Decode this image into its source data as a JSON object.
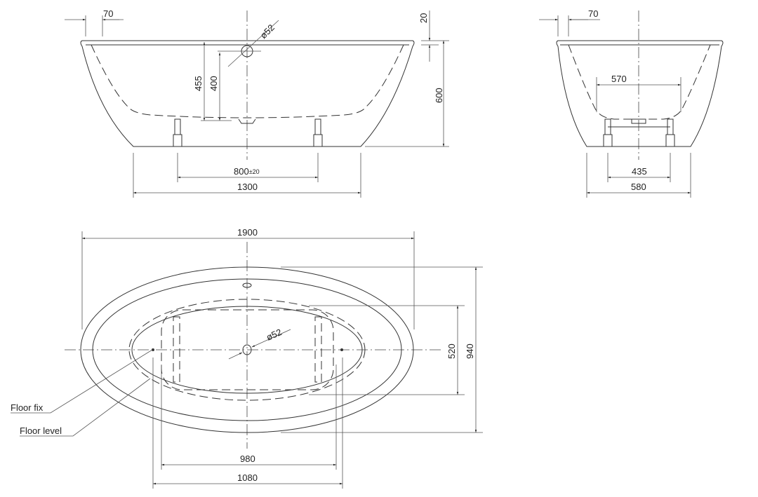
{
  "front_view": {
    "overhang": "70",
    "rim_thickness": "20",
    "height": "600",
    "overflow_height": "455",
    "overflow_center": "400",
    "drain_diameter": "ø52",
    "feet_spacing": "800",
    "feet_tolerance": "±20",
    "base_length": "1300"
  },
  "side_view": {
    "overhang": "70",
    "inner_width": "570",
    "feet_spacing": "435",
    "base_width": "580"
  },
  "top_view": {
    "length": "1900",
    "width": "940",
    "basin_width": "520",
    "drain_diameter": "ø52",
    "inner_length": "980",
    "fix_spacing": "1080",
    "label_floor_fix": "Floor fix",
    "label_floor_level": "Floor level"
  }
}
